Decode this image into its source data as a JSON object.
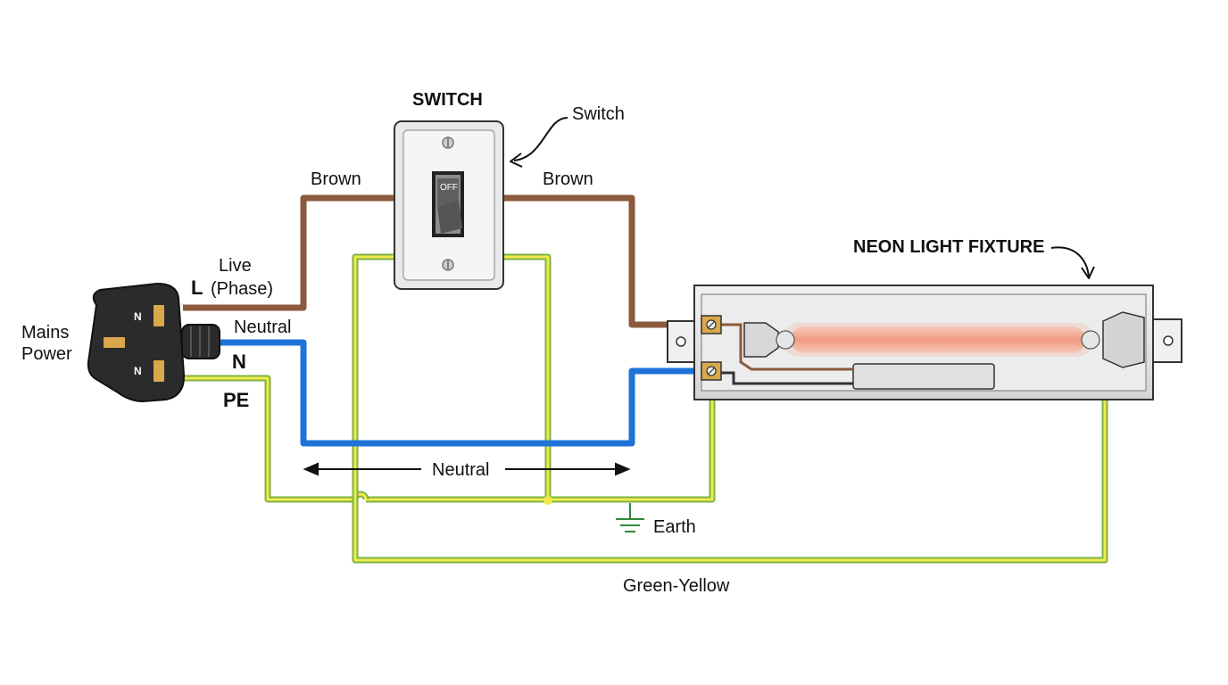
{
  "colors": {
    "live": "#8B5A3C",
    "neutral": "#1E73D8",
    "earth_outer": "#7CB342",
    "earth_inner": "#F2EA4C",
    "plug_body": "#2B2B2B",
    "pin": "#D9A84A",
    "fixture_body": "#E6E6E6",
    "tube_glow": "#F7B7A3"
  },
  "labels": {
    "mains_line1": "Mains",
    "mains_line2": "Power",
    "live": "Live",
    "live_letter": "L",
    "live_phase": "(Phase)",
    "neutral_top": "Neutral",
    "neutral_letter": "N",
    "pe": "PE",
    "brown_left": "Brown",
    "brown_right": "Brown",
    "switch_title": "SWITCH",
    "switch_callout": "Switch",
    "switch_state": "OFF",
    "fixture_title": "NEON LIGHT FIXTURE",
    "neutral_span": "Neutral",
    "earth": "Earth",
    "green_yellow": "Green-Yellow",
    "pin_top": "N",
    "pin_bottom": "N"
  },
  "icons": {
    "plug": "mains-plug-icon",
    "switch": "toggle-switch-icon",
    "ground": "earth-ground-icon",
    "fixture": "neon-light-fixture-icon"
  }
}
